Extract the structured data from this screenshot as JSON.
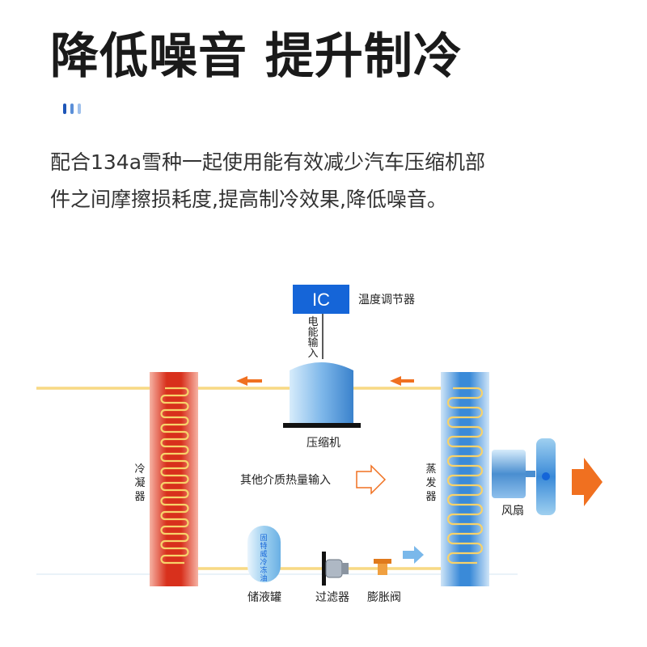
{
  "headline": "降低噪音 提升制冷",
  "accent_colors": [
    "#1e56b8",
    "#5b8fd8",
    "#9ec0ec"
  ],
  "description": {
    "line1": "配合134a雪种一起使用能有效减少汽车压缩机部",
    "line2": "件之间摩擦损耗度,提高制冷效果,降低噪音。"
  },
  "diagram": {
    "ic_box": "IC",
    "thermostat": "温度调节器",
    "power_input": [
      "电",
      "能",
      "输",
      "入"
    ],
    "compressor": "压缩机",
    "condenser": [
      "冷",
      "凝",
      "器"
    ],
    "evaporator": [
      "蒸",
      "发",
      "器"
    ],
    "heat_input": "其他介质热量输入",
    "fan": "风扇",
    "receiver": "储液罐",
    "receiver_text": [
      "固",
      "特",
      "威",
      "冷",
      "冻",
      "油"
    ],
    "filter": "过滤器",
    "expansion_valve": "膨胀阀",
    "colors": {
      "hot": "#d8301c",
      "cold": "#3a8ad8",
      "pipe": "#f0c040",
      "arrow": "#f07020",
      "ic": "#1565d8"
    }
  }
}
